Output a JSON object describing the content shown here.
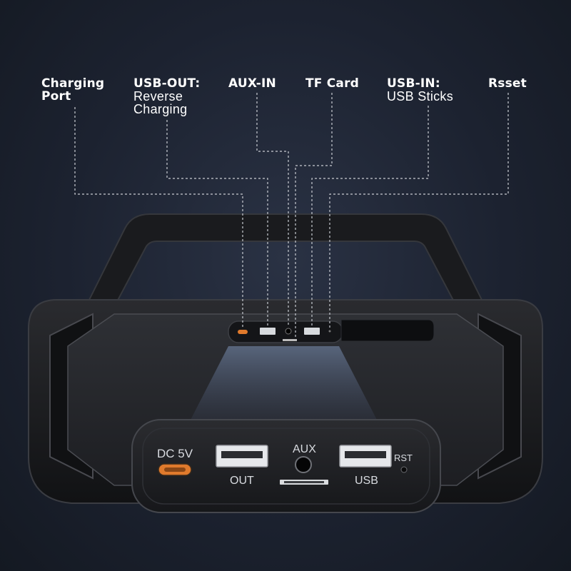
{
  "callouts": [
    {
      "bold": "Charging",
      "bold2": "Port",
      "light": "",
      "light2": ""
    },
    {
      "bold": "USB-OUT:",
      "bold2": "",
      "light": "Reverse",
      "light2": "Charging"
    },
    {
      "bold": "AUX-IN",
      "bold2": "",
      "light": "",
      "light2": ""
    },
    {
      "bold": "TF Card",
      "bold2": "",
      "light": "",
      "light2": ""
    },
    {
      "bold": "USB-IN:",
      "bold2": "",
      "light": "USB Sticks",
      "light2": ""
    },
    {
      "bold": "Rsset",
      "bold2": "",
      "light": "",
      "light2": ""
    }
  ],
  "panel": {
    "dc_label": "DC 5V",
    "out_label": "OUT",
    "aux_label": "AUX",
    "usb_label": "USB",
    "rst_label": "RST"
  },
  "colors": {
    "background": "#1c2230",
    "speaker_body": "#1b1c1f",
    "usb_c_accent": "#e07a2c",
    "callout_line": "#c9ccd2"
  }
}
